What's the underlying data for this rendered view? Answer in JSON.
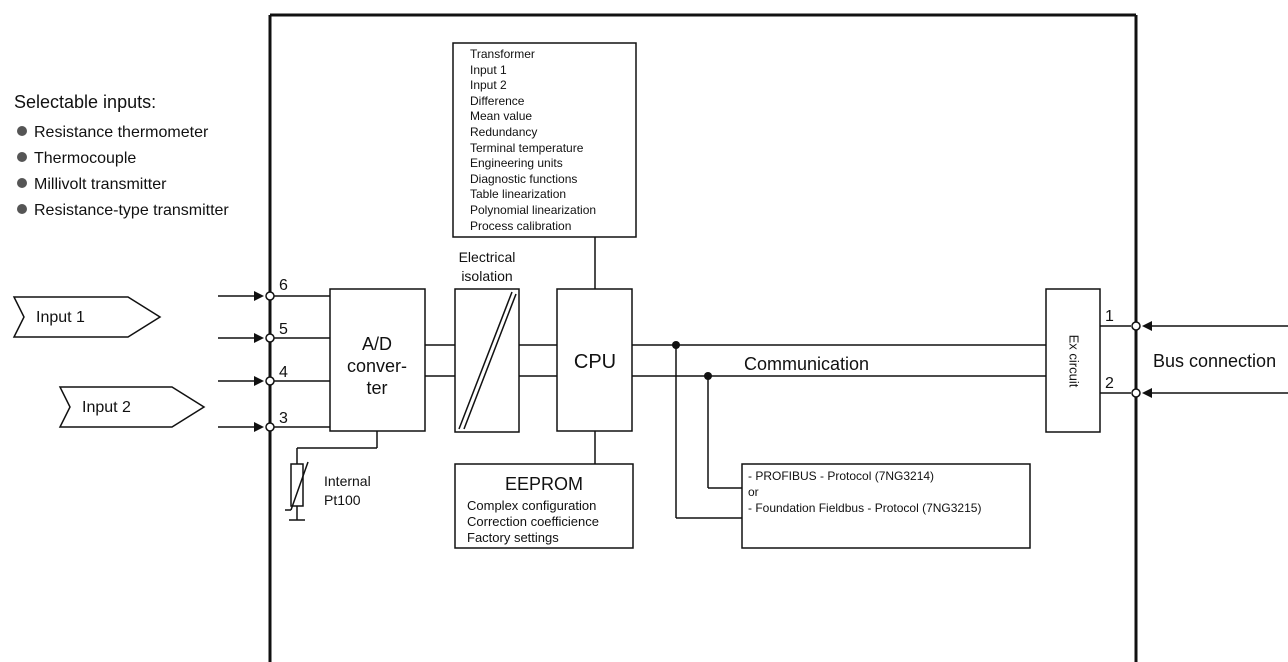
{
  "selectable_inputs": {
    "title": "Selectable inputs:",
    "items": [
      "Resistance thermometer",
      "Thermocouple",
      "Millivolt transmitter",
      "Resistance-type transmitter"
    ]
  },
  "functions_box": {
    "lines": [
      "Transformer",
      "Input 1",
      "Input 2",
      "Difference",
      "Mean value",
      "Redundancy",
      "Terminal temperature",
      "Engineering units",
      "Diagnostic functions",
      "Table linearization",
      "Polynomial linearization",
      "Process calibration"
    ]
  },
  "inputs": {
    "input1": "Input 1",
    "input2": "Input 2"
  },
  "terminals": {
    "left": [
      "6",
      "5",
      "4",
      "3"
    ],
    "right": [
      "1",
      "2"
    ]
  },
  "adc": {
    "line1": "A/D",
    "line2": "conver-",
    "line3": "ter"
  },
  "isolation": {
    "line1": "Electrical",
    "line2": "isolation"
  },
  "cpu": {
    "label": "CPU"
  },
  "communication": {
    "label": "Communication"
  },
  "ex_circuit": {
    "label": "Ex circuit"
  },
  "bus": {
    "label": "Bus connection"
  },
  "internal_sensor": {
    "line1": "Internal",
    "line2": "Pt100"
  },
  "eeprom": {
    "title": "EEPROM",
    "lines": [
      "Complex configuration",
      "Correction coefficience",
      "Factory settings"
    ]
  },
  "protocol_box": {
    "lines": [
      "- PROFIBUS - Protocol (7NG3214)",
      "or",
      "- Foundation Fieldbus - Protocol (7NG3215)"
    ]
  },
  "colors": {
    "line": "#111111",
    "bullet": "#555555",
    "background": "#ffffff"
  }
}
